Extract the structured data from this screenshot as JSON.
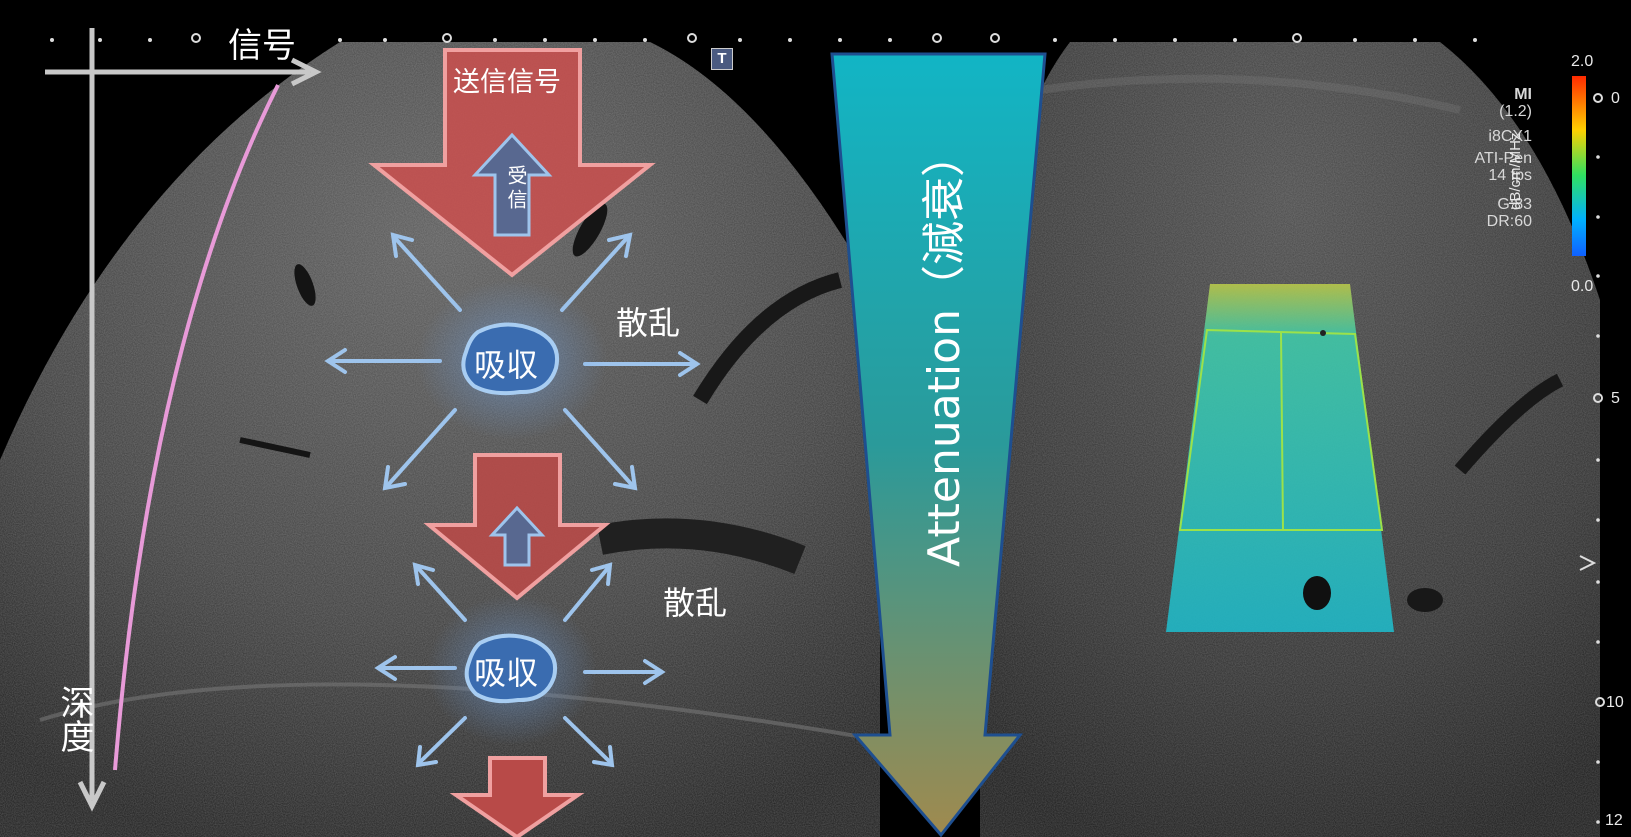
{
  "labels": {
    "signal": "信号",
    "depth": "深度",
    "transmit_signal": "送信信号",
    "receive": "受信",
    "absorption_1": "吸収",
    "absorption_2": "吸収",
    "scattering_1": "散乱",
    "scattering_2": "散乱",
    "attenuation": "Attenuation（減衰）",
    "marker_t": "T"
  },
  "device": {
    "mi_label": "MI",
    "mi_value": "(1.2)",
    "probe": "i8CX1",
    "mode": "ATI-Pen",
    "frame_rate": "14 fps",
    "gain": "G:83",
    "dynamic_range": "DR:60"
  },
  "color_scale": {
    "max": "2.0",
    "min": "0.0",
    "unit": "dB/cm/MHz",
    "colors": [
      "#ff2a00",
      "#ffd000",
      "#30e060",
      "#00b0ff",
      "#1060ff"
    ]
  },
  "depth_scale": {
    "ticks": [
      "0",
      "5",
      "10",
      "12"
    ]
  },
  "colors": {
    "arrow_red": "#c8504e",
    "arrow_red_edge": "#f0a0a0",
    "arrow_blue": "#9ec4ec",
    "blob_blue": "#3a6cb0",
    "gradient_top": "#12b5c5",
    "gradient_bottom": "#a08a4e",
    "curve_pink": "#e89ad8",
    "roi_green": "#9be24a"
  }
}
